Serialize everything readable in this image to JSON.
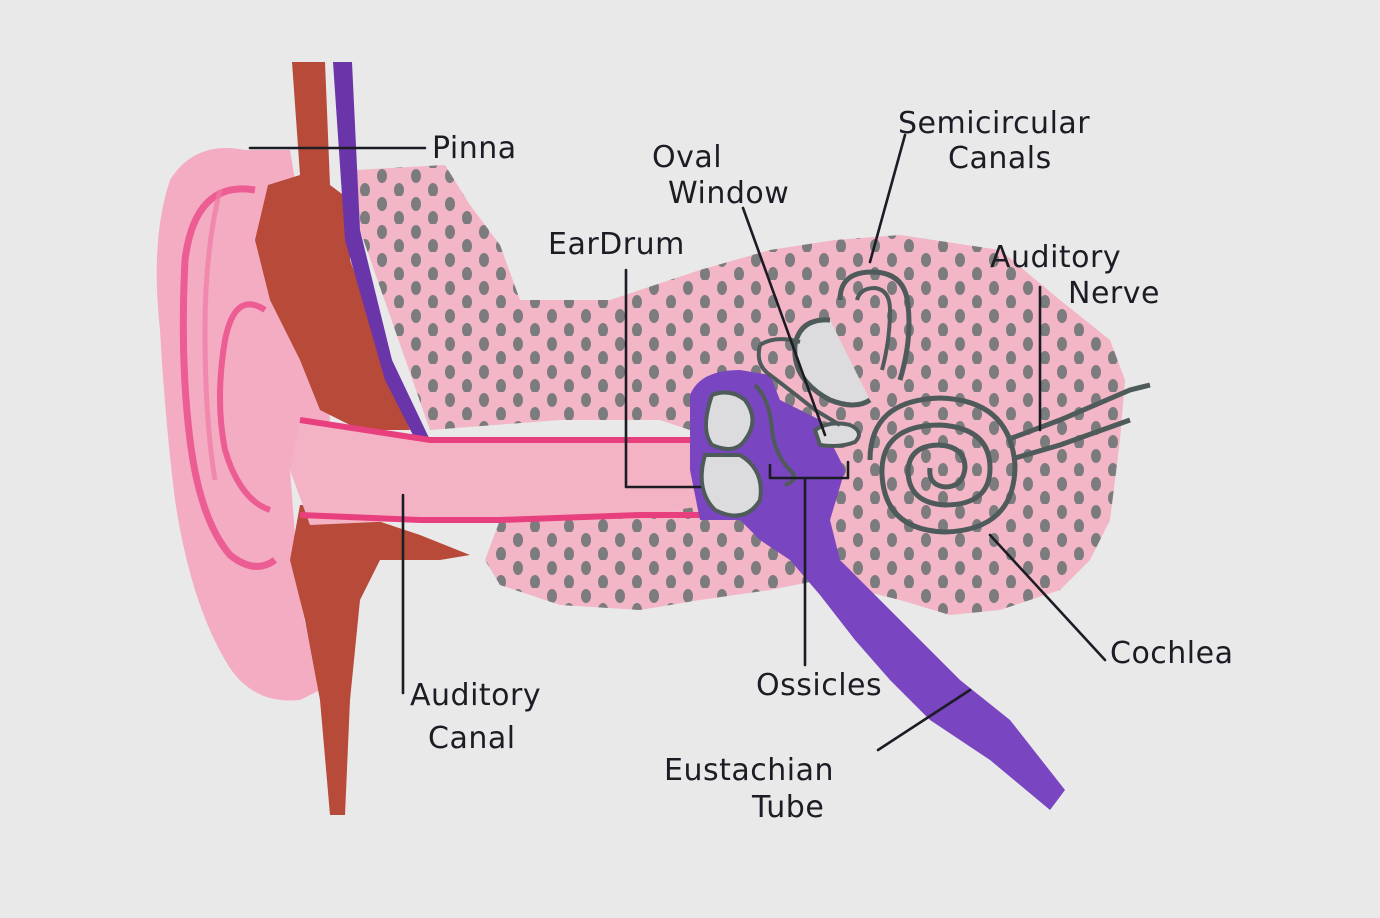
{
  "labels": {
    "pinna": "Pinna",
    "oval_window_l1": "Oval",
    "oval_window_l2": "Window",
    "semicircular_l1": "Semicircular",
    "semicircular_l2": "Canals",
    "ear_drum": "EarDrum",
    "auditory_nerve_l1": "Auditory",
    "auditory_nerve_l2": "Nerve",
    "auditory_canal_l1": "Auditory",
    "auditory_canal_l2": "Canal",
    "ossicles": "Ossicles",
    "cochlea": "Cochlea",
    "eustachian_l1": "Eustachian",
    "eustachian_l2": "Tube"
  },
  "colors": {
    "paper": "#e9e9ea",
    "tissue_pink": "#f2b6c6",
    "outer_ear_pink": "#f4a9c0",
    "canal_pink": "#f3b3c4",
    "canal_outline": "#e8407e",
    "artery_red": "#b84a3a",
    "vein_purple": "#6a35a8",
    "tube_purple": "#7a45c0",
    "dots_gray": "#6f7576",
    "inner_ear_gray": "#4f5b5b",
    "ink": "#1c1c24"
  }
}
